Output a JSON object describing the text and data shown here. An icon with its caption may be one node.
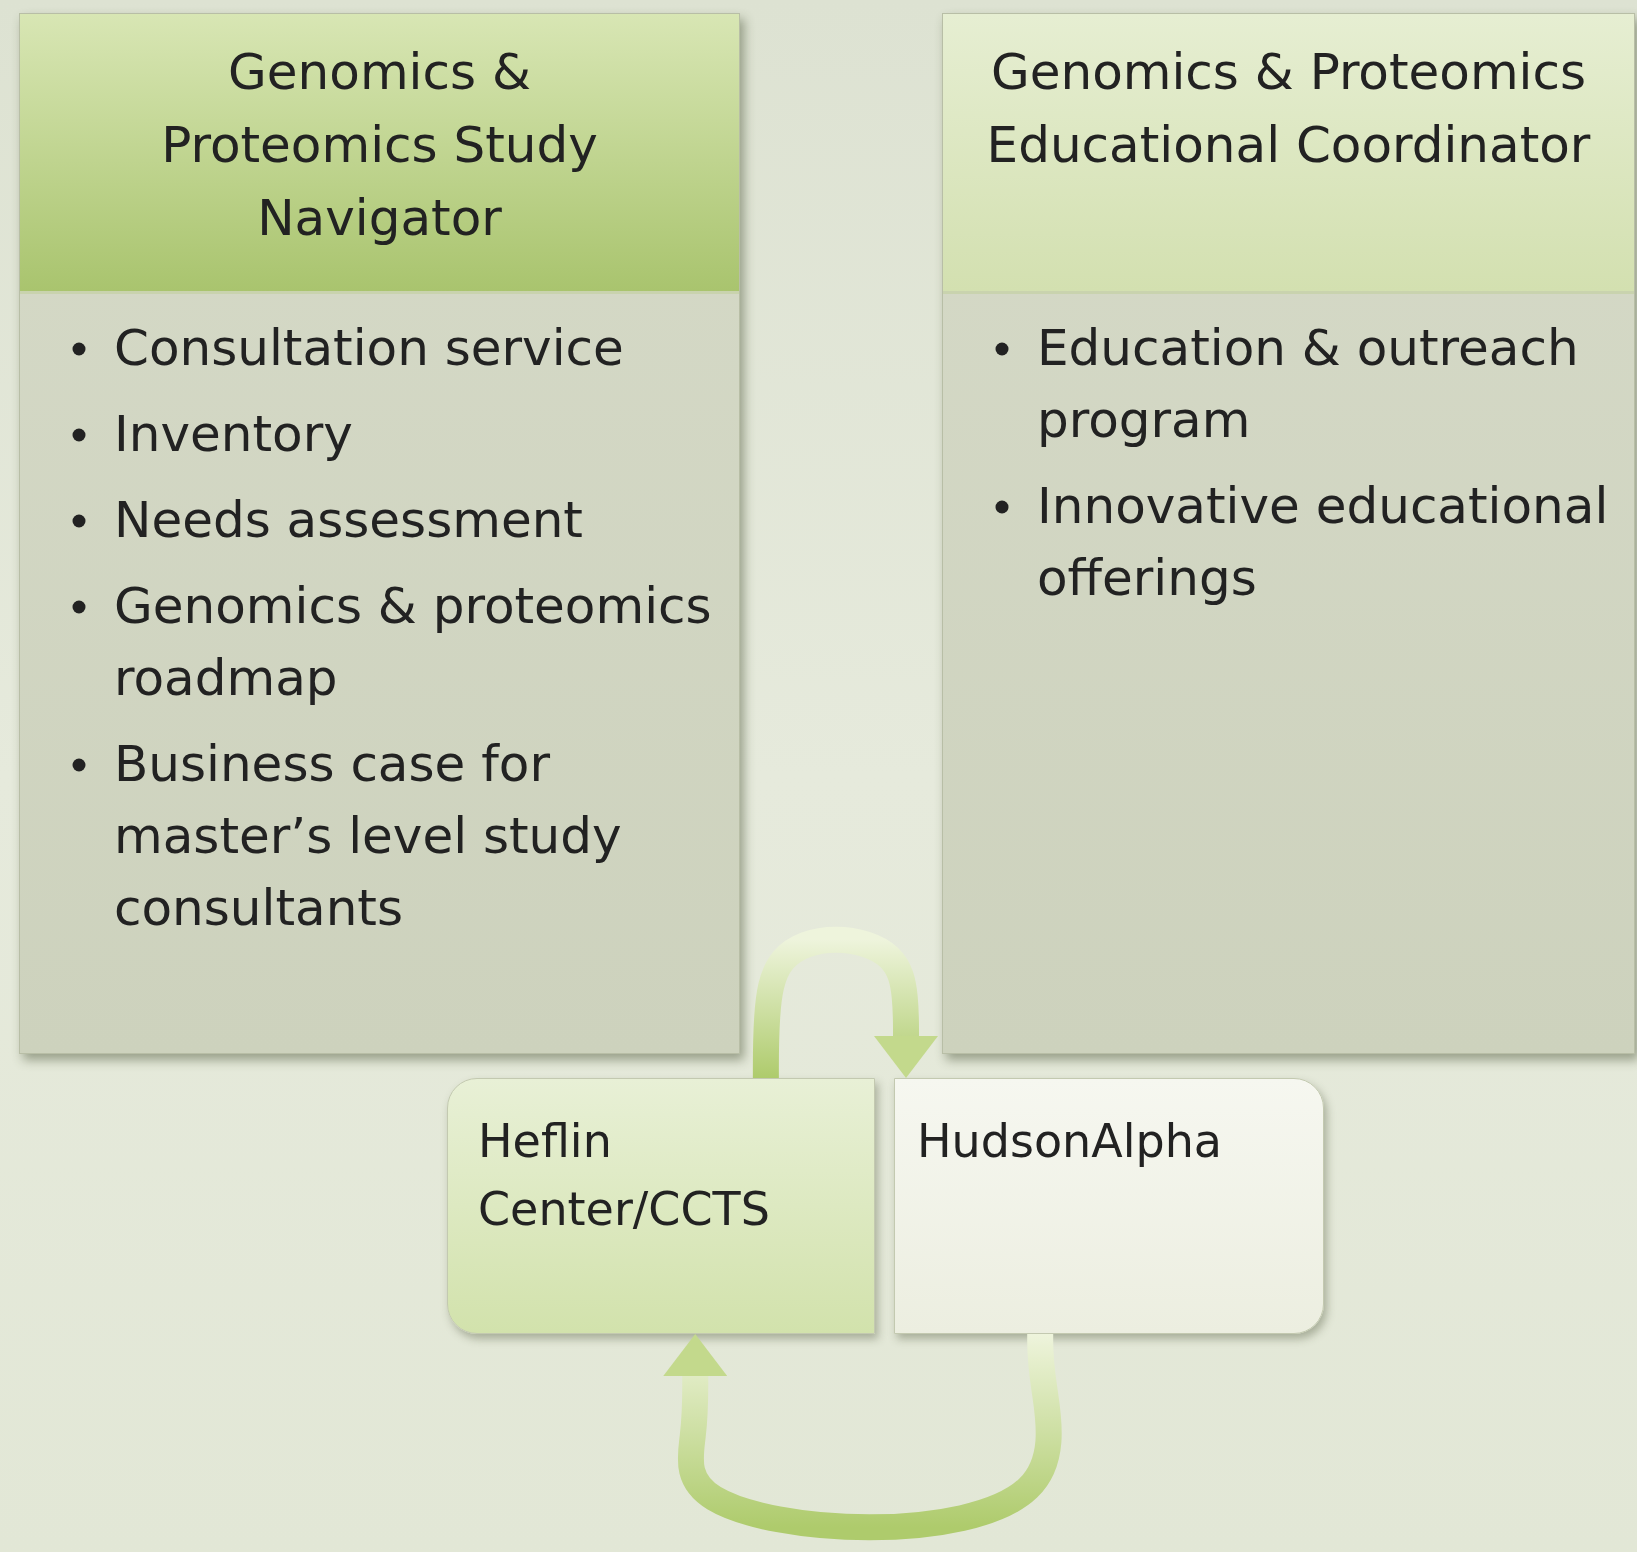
{
  "diagram": {
    "nodes": [
      {
        "text": [
          "Genomics & Proteomics Study Navigator",
          "Consultation service",
          "Inventory",
          "Needs assessment",
          "Genomics & proteomics roadmap",
          "Business case for master’s level study consultants"
        ]
      },
      {
        "text": [
          "Genomics & Proteomics Educational Coordinator",
          "Education & outreach program",
          "Innovative educational offerings"
        ]
      },
      {
        "text": [
          "Heflin Center/CCTS"
        ]
      },
      {
        "text": [
          "HudsonAlpha"
        ]
      }
    ],
    "edges": [
      {
        "from": 2,
        "to": 3,
        "arrow": "to"
      },
      {
        "from": 3,
        "to": 2,
        "arrow": "to"
      }
    ]
  }
}
